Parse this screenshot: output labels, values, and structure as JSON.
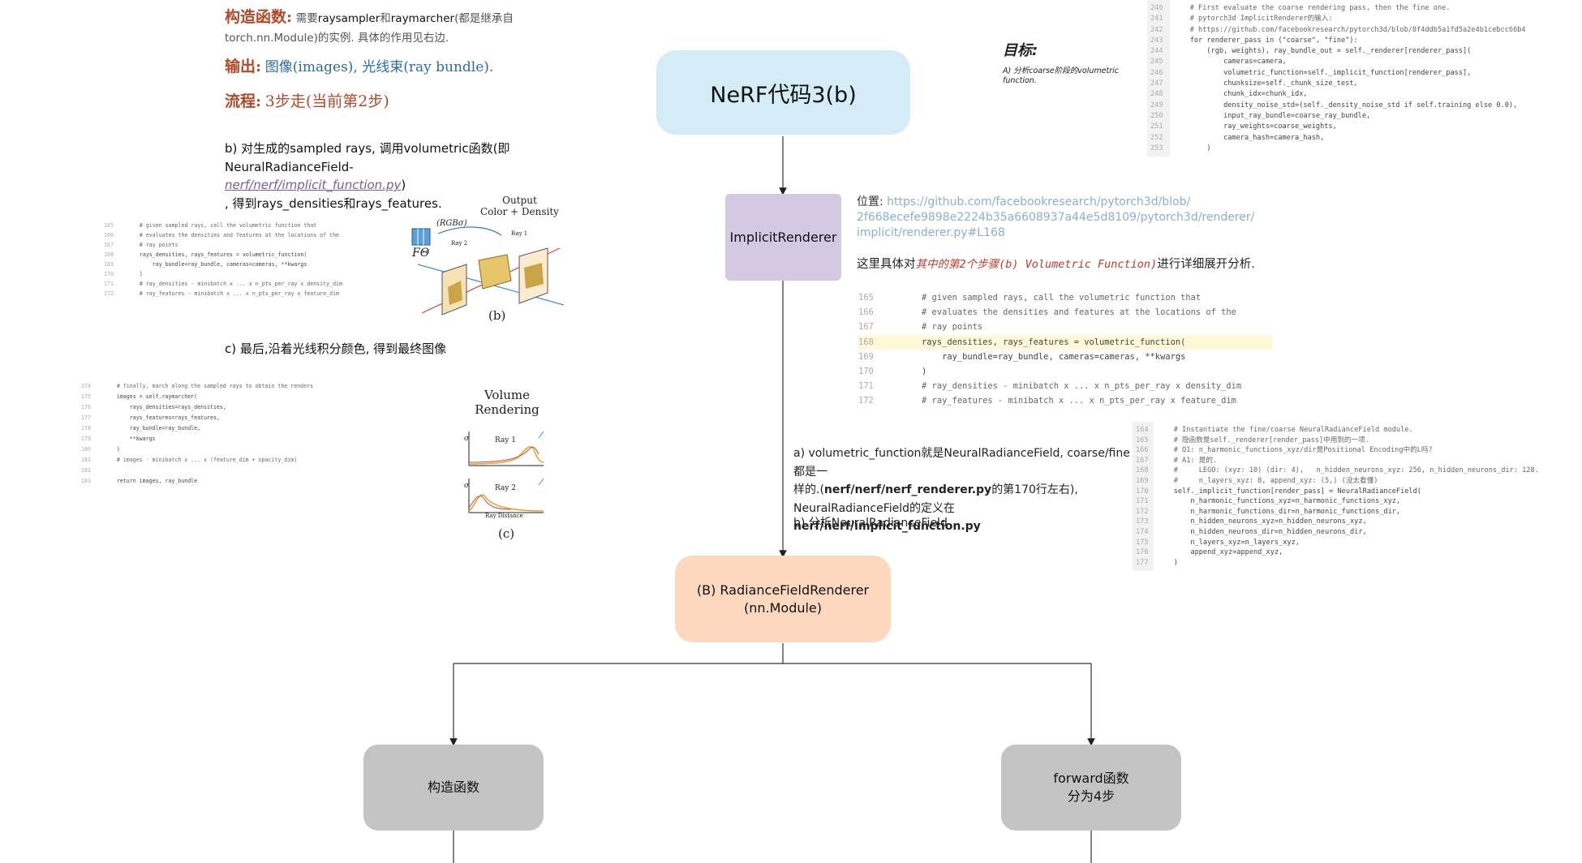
{
  "title_node": "NeRF代码3(b)",
  "implicit_node": "ImplicitRenderer",
  "radiance_node_line1": "(B) RadianceFieldRenderer",
  "radiance_node_line2": "(nn.Module)",
  "left_node": "构造函数",
  "right_node_line1": "forward函数",
  "right_node_line2": "分为4步",
  "left_notes": {
    "ctor_label": "构造函数:",
    "ctor_text_a": "需要",
    "ctor_text_b": "raysampler",
    "ctor_text_c": "和",
    "ctor_text_d": "raymarcher",
    "ctor_text_e": "(都是继承自",
    "ctor_text_f": "torch.nn.Module)的实例. 具体的作用见右边.",
    "output_label": "输出:",
    "output_text": "图像(images), 光线束(ray bundle).",
    "flow_label": "流程:",
    "flow_text": "3步走(当前第2步)",
    "b_line1": "b) 对生成的sampled rays, 调用volumetric函数(即",
    "b_line2_a": "NeuralRadianceField-",
    "b_line2_link": "nerf/nerf/implicit_function.py",
    "b_line2_c": ")",
    "b_line3": ", 得到rays_densities和rays_features.",
    "c_line": "c) 最后,沿着光线积分颜色, 得到最终图像"
  },
  "goal": {
    "title": "目标:",
    "text_line1": "A) 分析coarse阶段的volumetric",
    "text_line2": "function."
  },
  "location": {
    "label": "位置:",
    "url_line1": "https://github.com/facebookresearch/pytorch3d/blob/",
    "url_line2": "2f668ecefe9898e2224b35a6608937a44e5d8109/pytorch3d/renderer/",
    "url_line3": "implicit/renderer.py#L168",
    "desc_a": "这里具体对",
    "desc_b": "其中的第2个步骤(b) Volumetric Function)",
    "desc_c": "进行详细展开分析."
  },
  "mid_notes": {
    "a_line1": "a) volumetric_function就是NeuralRadianceField, coarse/fine都是一",
    "a_line2_a": "样的.(",
    "a_line2_b": "nerf/nerf/nerf_renderer.py",
    "a_line2_c": "的第170行左右),",
    "a_line3_a": "NeuralRadianceField的定义在",
    "a_line3_b": "nerf/nerf/implicit_function.py",
    "b_line": "b) 分析NeuralRadianceField"
  },
  "fig_b": {
    "out_line1": "Output",
    "out_line2": "Color + Density",
    "rgb": "(RGBσ)",
    "ftheta": "FΘ",
    "ray1": "Ray 1",
    "ray2": "Ray 2",
    "caption": "(b)"
  },
  "fig_c": {
    "title_line1": "Volume",
    "title_line2": "Rendering",
    "ray1": "Ray 1",
    "ray2": "Ray 2",
    "xlabel": "Ray Distance",
    "sigma": "σ",
    "caption": "(c)"
  },
  "code_main": {
    "lines": [
      {
        "n": "165",
        "t": "        # given sampled rays, call the volumetric function that"
      },
      {
        "n": "166",
        "t": "        # evaluates the densities and features at the locations of the"
      },
      {
        "n": "167",
        "t": "        # ray points"
      },
      {
        "n": "168",
        "t": "        rays_densities, rays_features = volumetric_function("
      },
      {
        "n": "169",
        "t": "            ray_bundle=ray_bundle, cameras=cameras, **kwargs"
      },
      {
        "n": "170",
        "t": "        )"
      },
      {
        "n": "171",
        "t": "        # ray_densities - minibatch x ... x n_pts_per_ray x density_dim"
      },
      {
        "n": "172",
        "t": "        # ray_features - minibatch x ... x n_pts_per_ray x feature_dim"
      }
    ]
  },
  "code_small_b": {
    "lines": [
      {
        "n": "165",
        "t": "    # given sampled rays, call the volumetric function that"
      },
      {
        "n": "166",
        "t": "    # evaluates the densities and features at the locations of the"
      },
      {
        "n": "167",
        "t": "    # ray points"
      },
      {
        "n": "168",
        "t": "    rays_densities, rays_features = volumetric_function("
      },
      {
        "n": "169",
        "t": "        ray_bundle=ray_bundle, cameras=cameras, **kwargs"
      },
      {
        "n": "170",
        "t": "    )"
      },
      {
        "n": "171",
        "t": "    # ray_densities - minibatch x ... x n_pts_per_ray x density_dim"
      },
      {
        "n": "172",
        "t": "    # ray_features - minibatch x ... x n_pts_per_ray x feature_dim"
      }
    ]
  },
  "code_small_c": {
    "lines": [
      {
        "n": "174",
        "t": "    # finally, march along the sampled rays to obtain the renders"
      },
      {
        "n": "175",
        "t": "    images = self.raymarcher("
      },
      {
        "n": "176",
        "t": "        rays_densities=rays_densities,"
      },
      {
        "n": "177",
        "t": "        rays_features=rays_features,"
      },
      {
        "n": "178",
        "t": "        ray_bundle=ray_bundle,"
      },
      {
        "n": "179",
        "t": "        **kwargs"
      },
      {
        "n": "180",
        "t": "    )"
      },
      {
        "n": "181",
        "t": "    # images - minibatch x ... x (feature_dim + opacity_dim)"
      },
      {
        "n": "182",
        "t": ""
      },
      {
        "n": "183",
        "t": "    return images, ray_bundle"
      }
    ]
  },
  "code_top_right": {
    "lines": [
      {
        "n": "240",
        "t": "    # First evaluate the coarse rendering pass, then the fine one."
      },
      {
        "n": "241",
        "t": "    # pytorch3d ImplicitRenderer的输入:"
      },
      {
        "n": "242",
        "t": "    # https://github.com/facebookresearch/pytorch3d/blob/8f4ddb5a1fd5a2e4b1cebcc66b4"
      },
      {
        "n": "243",
        "t": "    for renderer_pass in (\"coarse\", \"fine\"):"
      },
      {
        "n": "244",
        "t": "        (rgb, weights), ray_bundle_out = self._renderer[renderer_pass]("
      },
      {
        "n": "245",
        "t": "            cameras=camera,"
      },
      {
        "n": "246",
        "t": "            volumetric_function=self._implicit_function[renderer_pass],"
      },
      {
        "n": "247",
        "t": "            chunksize=self._chunk_size_test,"
      },
      {
        "n": "248",
        "t": "            chunk_idx=chunk_idx,"
      },
      {
        "n": "249",
        "t": "            density_noise_std=(self._density_noise_std if self.training else 0.0),"
      },
      {
        "n": "250",
        "t": "            input_ray_bundle=coarse_ray_bundle,"
      },
      {
        "n": "251",
        "t": "            ray_weights=coarse_weights,"
      },
      {
        "n": "252",
        "t": "            camera_hash=camera_hash,"
      },
      {
        "n": "253",
        "t": "        )"
      }
    ]
  },
  "code_bottom_right": {
    "lines": [
      {
        "n": "164",
        "t": "    # Instantiate the fine/coarse NeuralRadianceField module."
      },
      {
        "n": "165",
        "t": "    # 隐函数是self._renderer[render_pass]中用到的一项."
      },
      {
        "n": "166",
        "t": "    # Q1: n_harmonic_functions_xyz/dir是Positional Encoding中的L吗?"
      },
      {
        "n": "167",
        "t": "    # A1: 是的."
      },
      {
        "n": "168",
        "t": "    #     LEGO: (xyz: 10) (dir: 4),   n_hidden_neurons_xyz: 256, n_hidden_neurons_dir: 128."
      },
      {
        "n": "169",
        "t": "    #     n_layers_xyz: 8, append_xyz: (5,) (没太看懂)"
      },
      {
        "n": "170",
        "t": "    self._implicit_function[render_pass] = NeuralRadianceField("
      },
      {
        "n": "171",
        "t": "        n_harmonic_functions_xyz=n_harmonic_functions_xyz,"
      },
      {
        "n": "172",
        "t": "        n_harmonic_functions_dir=n_harmonic_functions_dir,"
      },
      {
        "n": "173",
        "t": "        n_hidden_neurons_xyz=n_hidden_neurons_xyz,"
      },
      {
        "n": "174",
        "t": "        n_hidden_neurons_dir=n_hidden_neurons_dir,"
      },
      {
        "n": "175",
        "t": "        n_layers_xyz=n_layers_xyz,"
      },
      {
        "n": "176",
        "t": "        append_xyz=append_xyz,"
      },
      {
        "n": "177",
        "t": "    )"
      }
    ]
  }
}
